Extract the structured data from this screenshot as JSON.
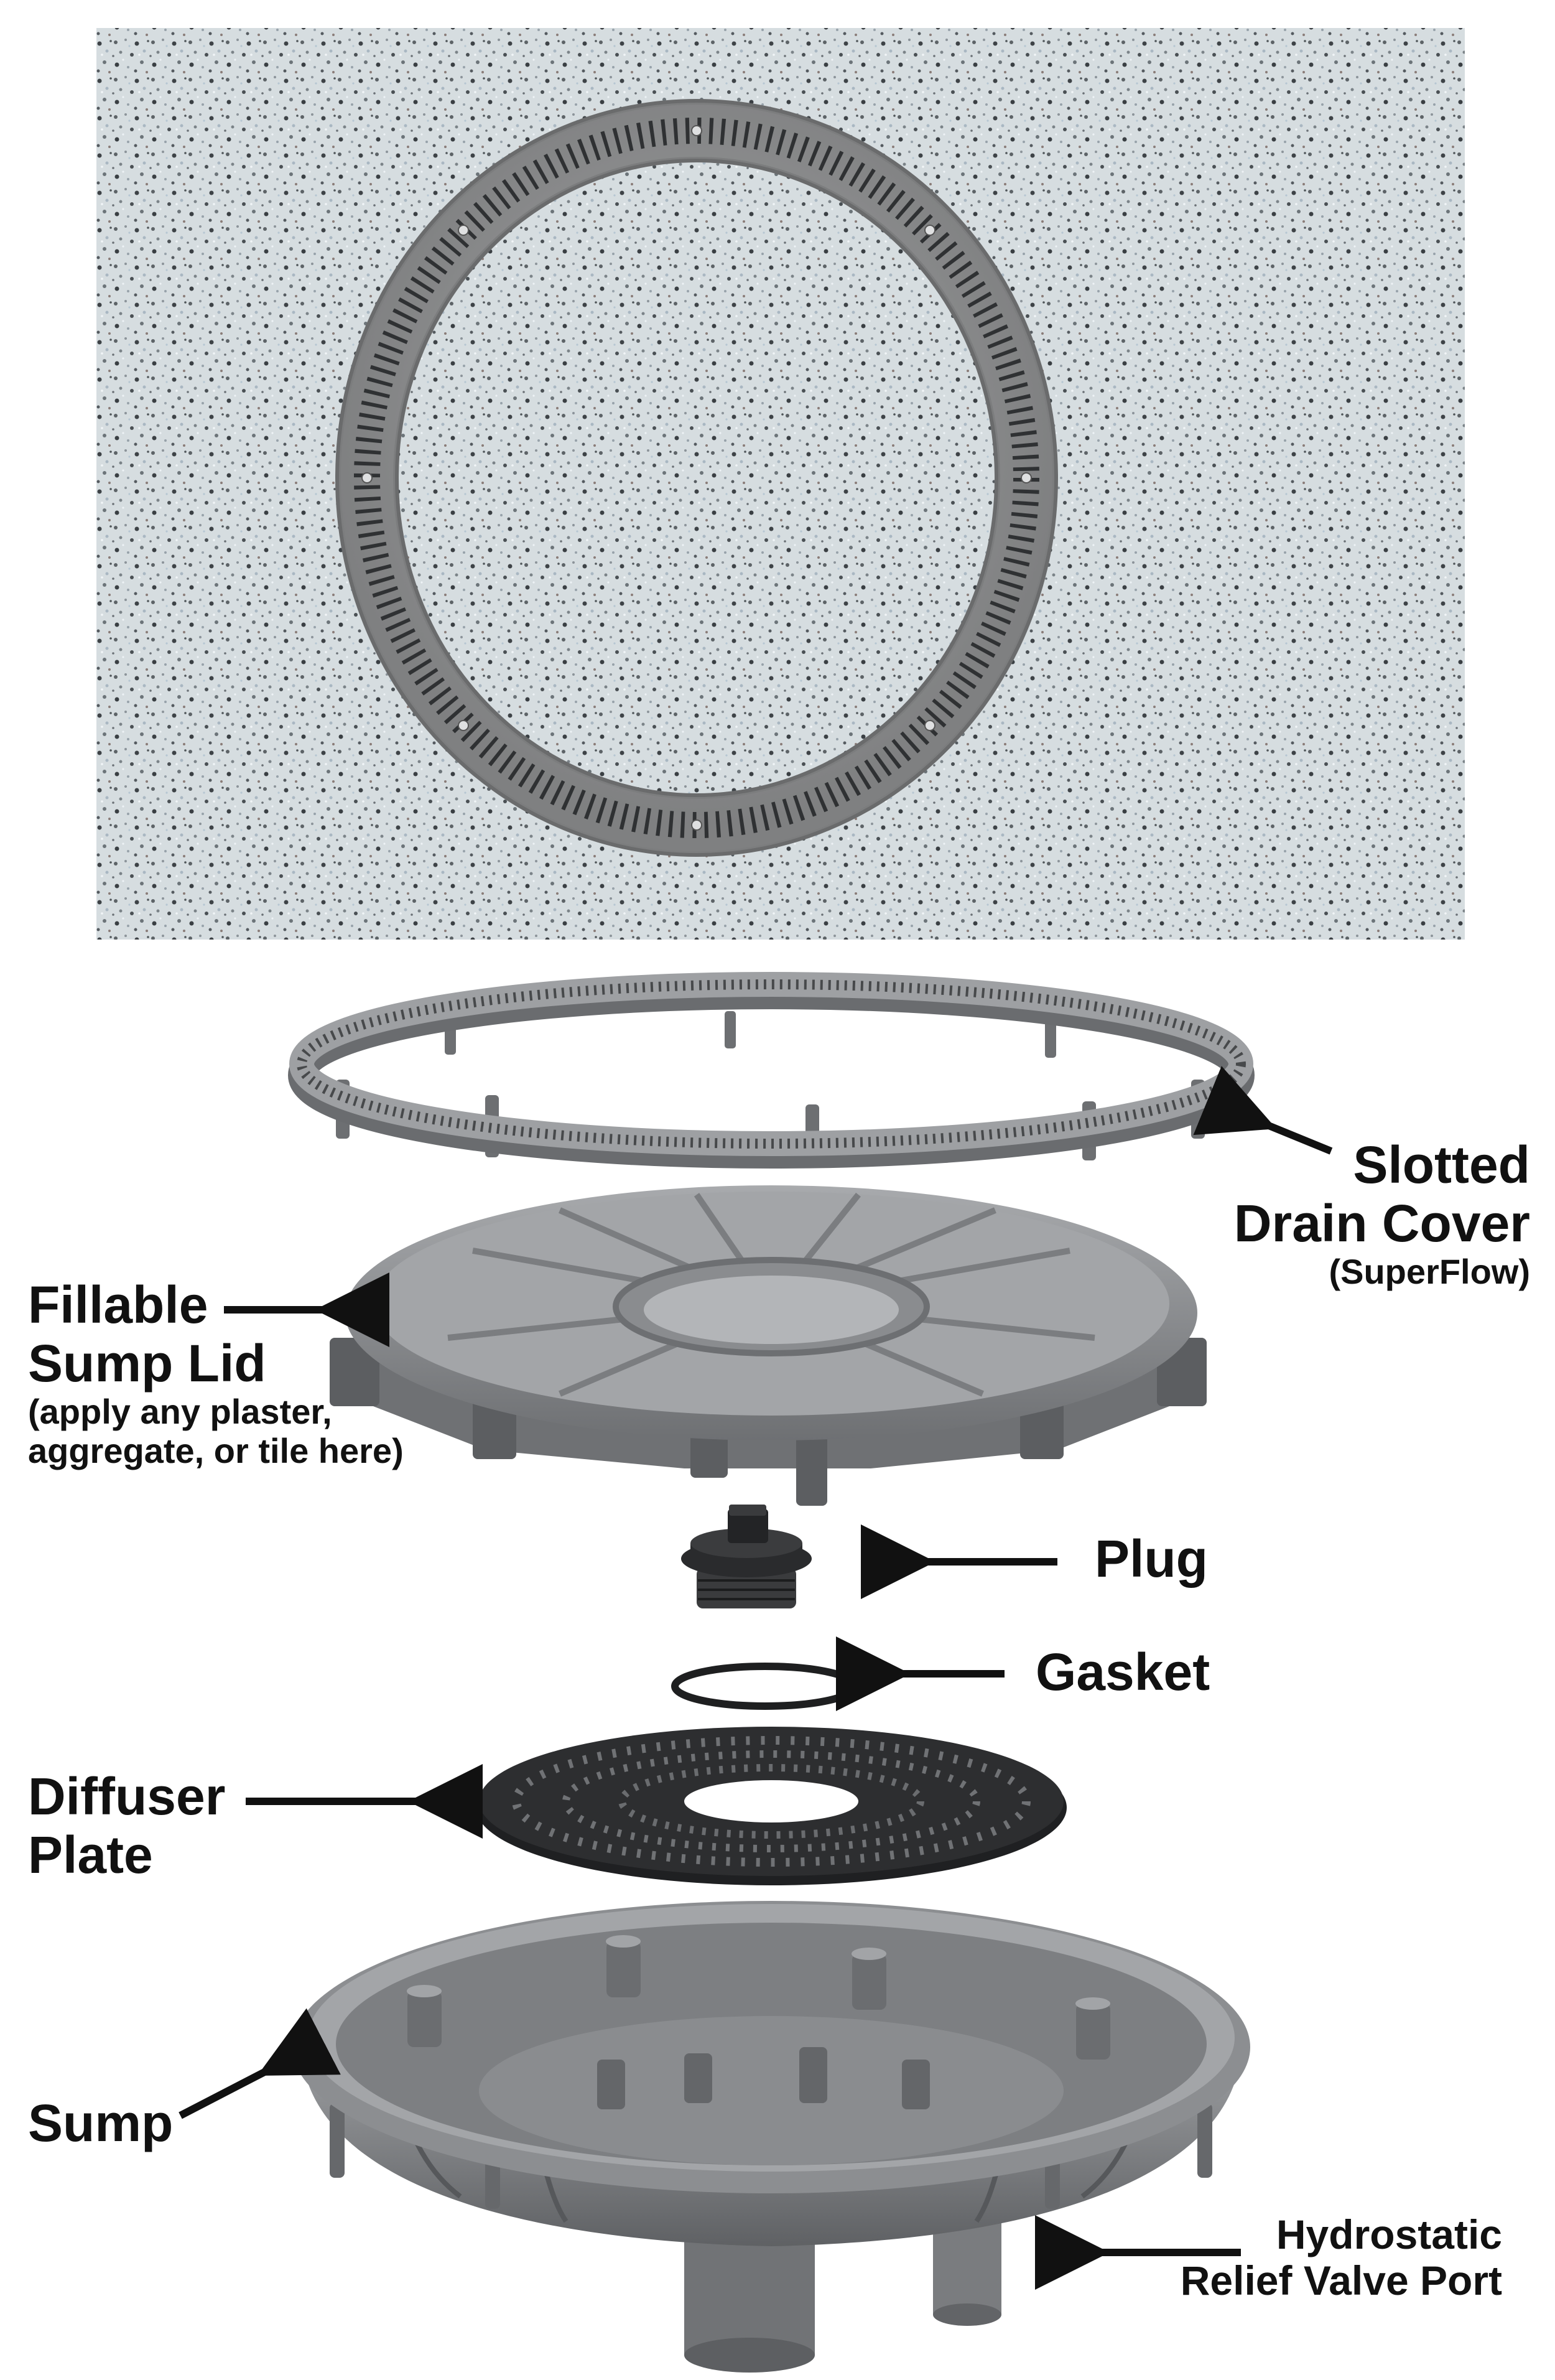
{
  "colors": {
    "background": "#ffffff",
    "label_text": "#111111",
    "arrow": "#111111",
    "terrazzo_base": "#d6dde0",
    "drain_ring_gray": "#8e8f90",
    "part_gray": "#8f9194",
    "diffuser_black": "#2d2e30",
    "plug_black": "#262729"
  },
  "labels": {
    "slotted_drain_cover": {
      "line1": "Slotted",
      "line2": "Drain Cover",
      "note": "(SuperFlow)"
    },
    "fillable_sump_lid": {
      "line1": "Fillable",
      "line2": "Sump Lid",
      "note1": "(apply any plaster,",
      "note2": "aggregate, or tile here)"
    },
    "plug": "Plug",
    "gasket": "Gasket",
    "diffuser_plate": {
      "line1": "Diffuser",
      "line2": "Plate"
    },
    "sump": "Sump",
    "hydrostatic_relief_valve_port": {
      "line1": "Hydrostatic",
      "line2": "Relief Valve Port"
    }
  },
  "icons": {
    "arrows": "left-pointing-arrow",
    "installed_photo": "terrazzo-surface-with-ring-drain"
  }
}
